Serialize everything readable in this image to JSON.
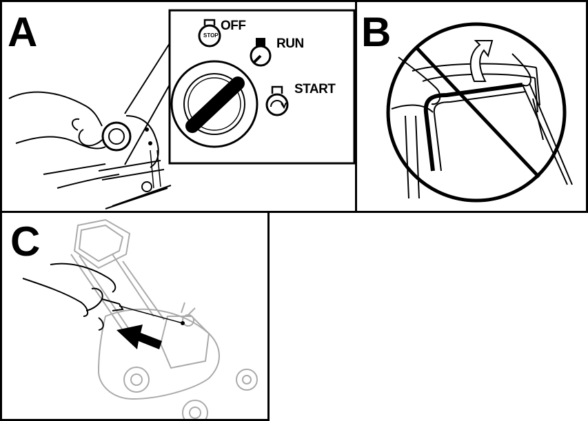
{
  "panels": {
    "a": {
      "letter": "A"
    },
    "b": {
      "letter": "B"
    },
    "c": {
      "letter": "C"
    }
  },
  "ignition": {
    "off_label": "OFF",
    "run_label": "RUN",
    "start_label": "START",
    "stop_badge": "STOP"
  },
  "icons": [
    "key-switch-icon",
    "stop-key-icon",
    "run-key-icon",
    "start-key-icon",
    "prohibited-icon",
    "rotate-arrow-icon",
    "push-arrow-icon",
    "lawn-mower-icon"
  ]
}
